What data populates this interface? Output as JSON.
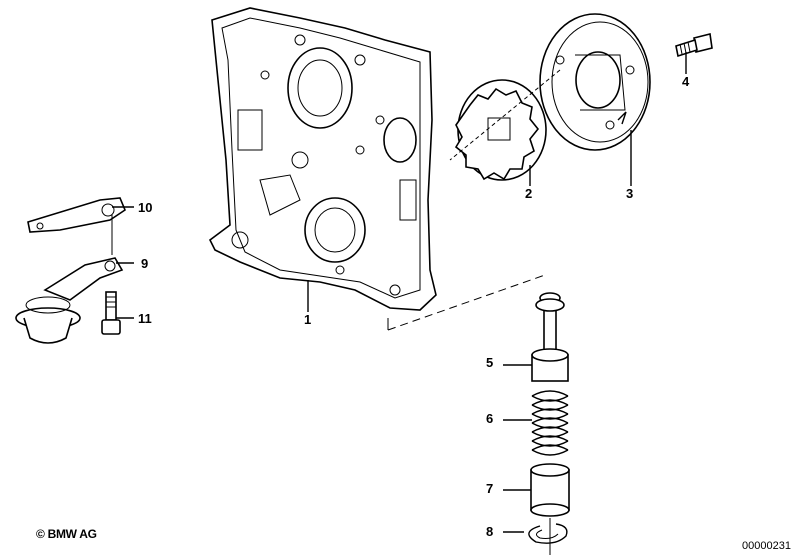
{
  "diagram": {
    "parts": [
      {
        "number": "1",
        "name": "housing"
      },
      {
        "number": "2",
        "name": "inner-rotor"
      },
      {
        "number": "3",
        "name": "pump-cover"
      },
      {
        "number": "4",
        "name": "screw"
      },
      {
        "number": "5",
        "name": "piston"
      },
      {
        "number": "6",
        "name": "spring"
      },
      {
        "number": "7",
        "name": "sleeve"
      },
      {
        "number": "8",
        "name": "circlip"
      },
      {
        "number": "9",
        "name": "strainer"
      },
      {
        "number": "10",
        "name": "gasket"
      },
      {
        "number": "11",
        "name": "bolt"
      }
    ],
    "copyright": "© BMW AG",
    "reference": "00000231"
  }
}
